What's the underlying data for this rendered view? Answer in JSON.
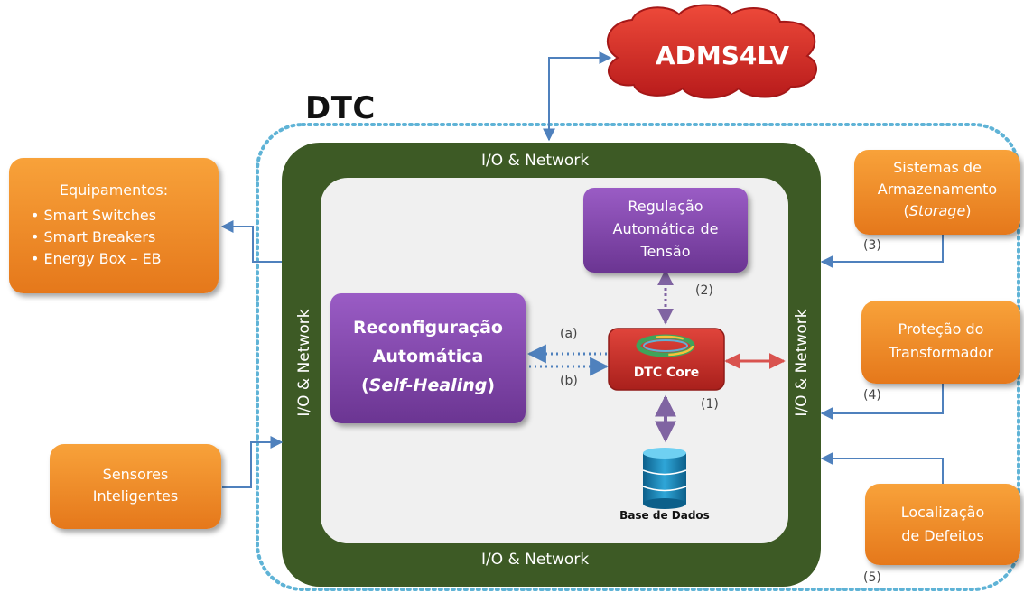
{
  "title": "DTC",
  "cloud": {
    "label": "ADMS4LV"
  },
  "io_network": {
    "top": "I/O & Network",
    "bottom": "I/O & Network",
    "left": "I/O & Network",
    "right": "I/O & Network"
  },
  "regulacao": {
    "line1": "Regulação",
    "line2": "Automática de",
    "line3": "Tensão"
  },
  "reconfiguracao": {
    "line1": "Reconfiguração",
    "line2": "Automática",
    "line3_open": "(",
    "line3_italic": "Self-Healing",
    "line3_close": ")"
  },
  "core": {
    "label": "DTC Core"
  },
  "database": {
    "label": "Base de Dados"
  },
  "equipamentos": {
    "title": "Equipamentos:",
    "items": [
      "• Smart Switches",
      "• Smart Breakers",
      "• Energy Box – EB"
    ]
  },
  "sensores": {
    "line1": "Sensores",
    "line2": "Inteligentes"
  },
  "storage": {
    "line1": "Sistemas de",
    "line2": "Armazenamento",
    "line3_open": "(",
    "line3_italic": "Storage",
    "line3_close": ")",
    "ref": "(3)"
  },
  "protecao": {
    "line1": "Proteção do",
    "line2": "Transformador",
    "ref": "(4)"
  },
  "localizacao": {
    "line1": "Localização",
    "line2": "de Defeitos",
    "ref": "(5)"
  },
  "refs": {
    "a": "(a)",
    "b": "(b)",
    "one": "(1)",
    "two": "(2)"
  },
  "colors": {
    "io_ring": "#3d5a25",
    "inner_panel": "#f0f0f0",
    "dtc_boundary": "#5fb3d6",
    "orange": "#ef8a26",
    "purple": "#7b3fa3",
    "core_red": "#c8302a",
    "cloud_red": "#d42a2a",
    "connector_blue": "#4f81bd",
    "link_red": "#d9534f",
    "link_purple": "#8064a2"
  }
}
